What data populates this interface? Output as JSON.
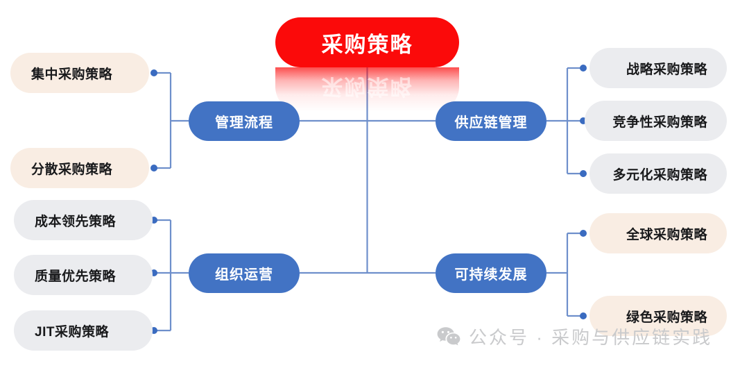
{
  "diagram": {
    "type": "mind-map",
    "title": "采购策略",
    "root": {
      "label": "采购策略",
      "color": "#FB0A0A",
      "text_color": "#FFFFFF"
    },
    "branch_color": "#4273C4",
    "connector_color": "#6E8FCB",
    "leaf_colors": {
      "cream": "#F9EDE3",
      "gray": "#EBECEF"
    },
    "branches": [
      {
        "id": "management-process",
        "label": "管理流程",
        "side": "left",
        "leaf_style": "cream",
        "leaves": [
          {
            "label": "集中采购策略"
          },
          {
            "label": "分散采购策略"
          }
        ]
      },
      {
        "id": "supply-chain-management",
        "label": "供应链管理",
        "side": "right",
        "leaf_style": "gray",
        "leaves": [
          {
            "label": "战略采购策略"
          },
          {
            "label": "竞争性采购策略"
          },
          {
            "label": "多元化采购策略"
          }
        ]
      },
      {
        "id": "organization-operation",
        "label": "组织运营",
        "side": "left",
        "leaf_style": "gray",
        "leaves": [
          {
            "label": "成本领先策略"
          },
          {
            "label": "质量优先策略"
          },
          {
            "label": "JIT采购策略"
          }
        ]
      },
      {
        "id": "sustainable-development",
        "label": "可持续发展",
        "side": "right",
        "leaf_style": "cream",
        "leaves": [
          {
            "label": "全球采购策略"
          },
          {
            "label": "绿色采购策略"
          }
        ]
      }
    ]
  },
  "watermark": {
    "icon": "wechat-icon",
    "text": "公众号 · 采购与供应链实践",
    "color": "#C9CACC"
  }
}
